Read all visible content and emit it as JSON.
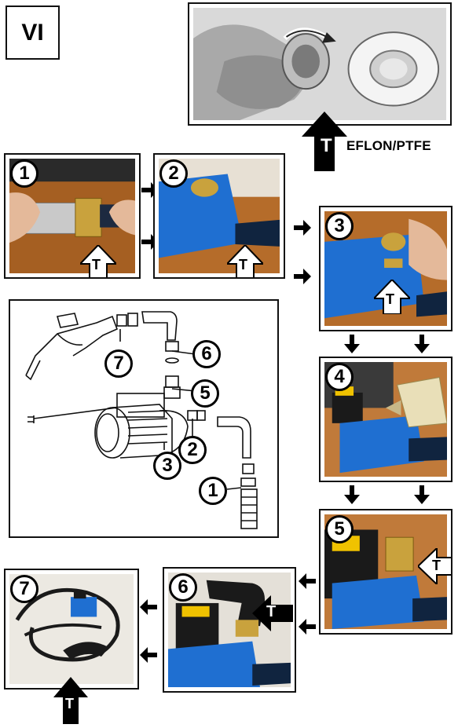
{
  "section": {
    "label": "VI"
  },
  "teflon": {
    "label": "EFLON/PTFE",
    "marker": "T"
  },
  "steps": [
    {
      "num": "1",
      "marker": "T"
    },
    {
      "num": "2",
      "marker": "T"
    },
    {
      "num": "3",
      "marker": "T"
    },
    {
      "num": "4"
    },
    {
      "num": "5",
      "marker": "T"
    },
    {
      "num": "6",
      "marker": "T"
    },
    {
      "num": "7",
      "marker": "T"
    }
  ],
  "exploded": {
    "callouts": [
      "7",
      "6",
      "5",
      "2",
      "3",
      "1"
    ]
  },
  "colors": {
    "pump_blue": "#1f6fd1",
    "frame": "#111111",
    "wood": "#b06a2a"
  }
}
